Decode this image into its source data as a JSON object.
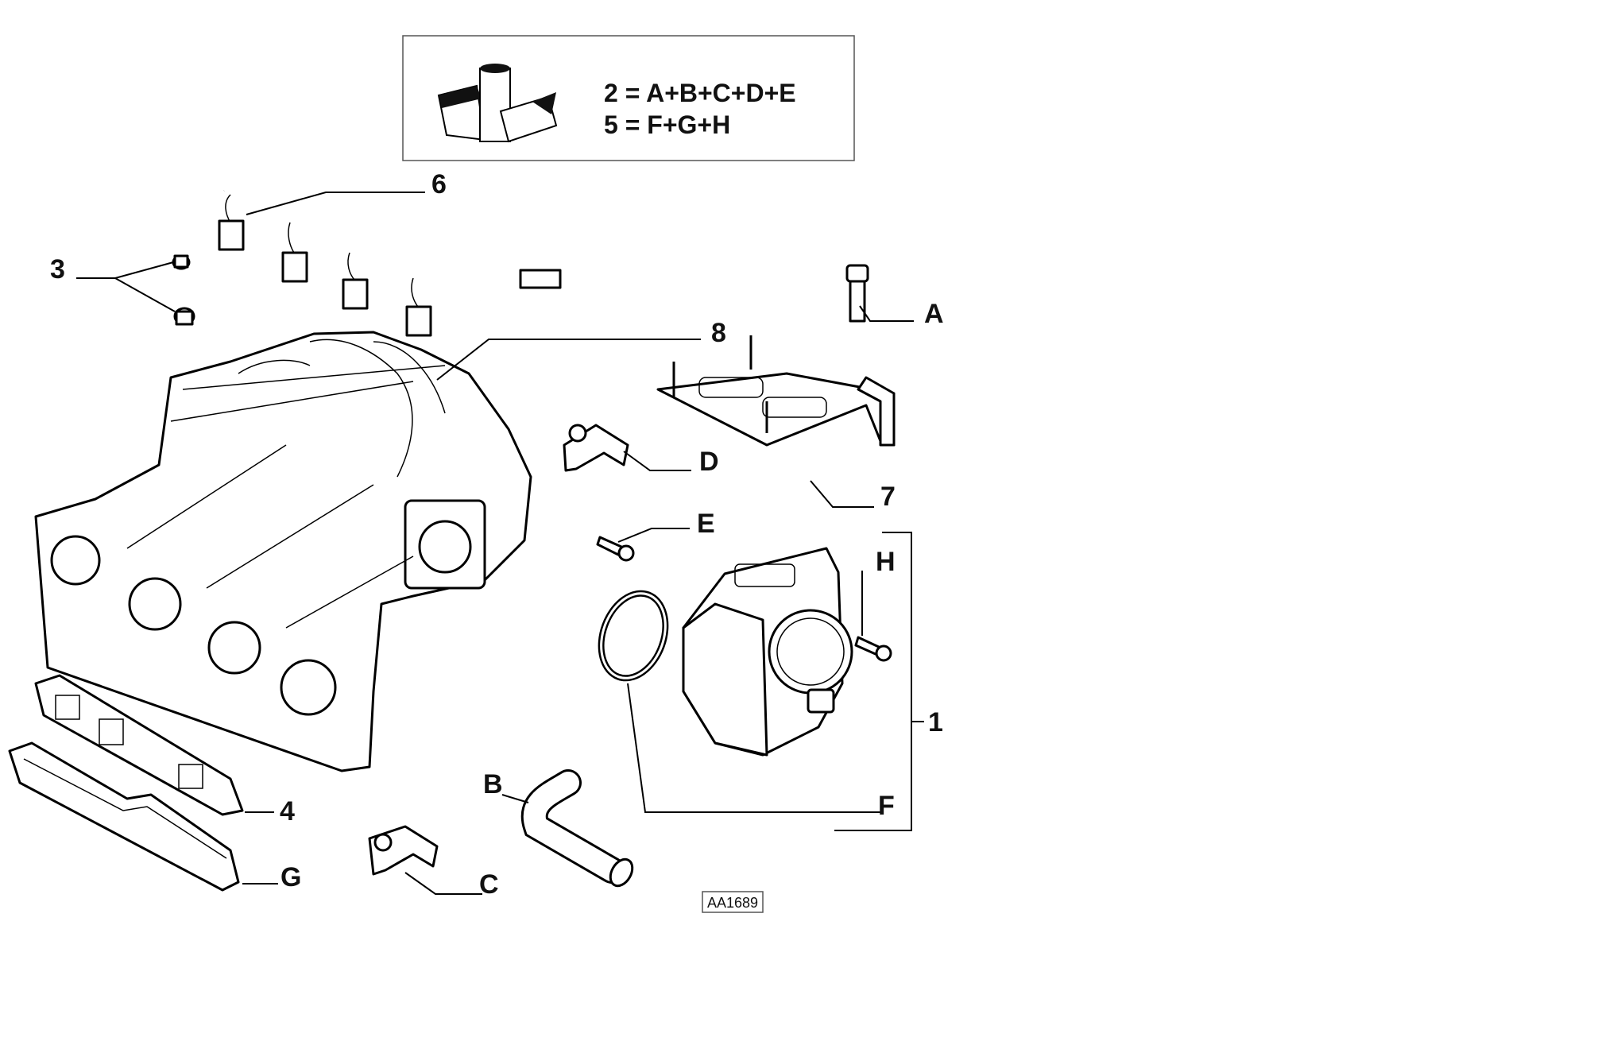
{
  "kit_box": {
    "line1": "2 = A+B+C+D+E",
    "line2": "5 = F+G+H"
  },
  "labels": {
    "1": "1",
    "3": "3",
    "4": "4",
    "6": "6",
    "7": "7",
    "8": "8",
    "A": "A",
    "B": "B",
    "C": "C",
    "D": "D",
    "E": "E",
    "F": "F",
    "G": "G",
    "H": "H"
  },
  "reference_code": "AA1689",
  "icon": "fiat-parts-kit-icon"
}
